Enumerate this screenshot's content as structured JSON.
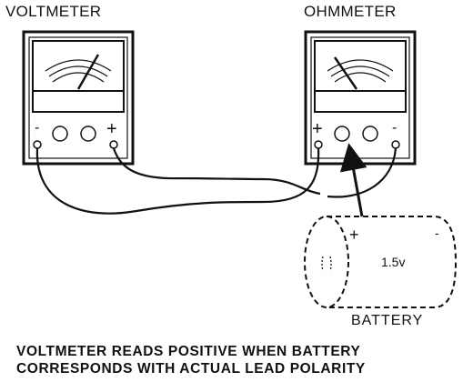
{
  "labels": {
    "voltmeter": "VOLTMETER",
    "ohmmeter": "OHMMETER",
    "battery": "BATTERY",
    "battery_voltage": "1.5v"
  },
  "polarity": {
    "voltmeter_negative": "-",
    "voltmeter_positive": "+",
    "ohmmeter_positive": "+",
    "ohmmeter_negative": "-",
    "battery_positive": "+",
    "battery_negative": "-"
  },
  "caption": {
    "line1": "VOLTMETER READS POSITIVE WHEN BATTERY",
    "line2": "CORRESPONDS WITH ACTUAL LEAD POLARITY"
  },
  "colors": {
    "ink": "#111111",
    "background": "#ffffff"
  }
}
